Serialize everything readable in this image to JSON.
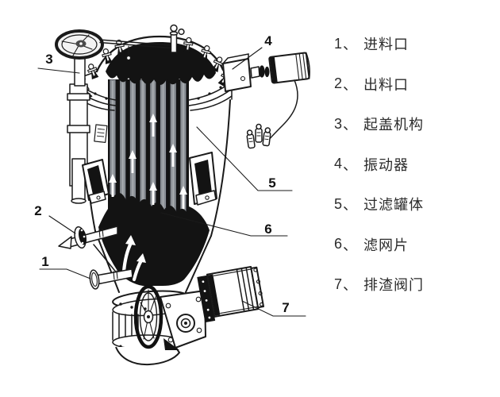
{
  "colors": {
    "background": "#ffffff",
    "line": "#1a1a1a",
    "plate": "#8b9096"
  },
  "legend": {
    "separator": "、",
    "items": [
      {
        "num": "1",
        "label": "进料口"
      },
      {
        "num": "2",
        "label": "出料口"
      },
      {
        "num": "3",
        "label": "起盖机构"
      },
      {
        "num": "4",
        "label": "振动器"
      },
      {
        "num": "5",
        "label": "过滤罐体"
      },
      {
        "num": "6",
        "label": "滤网片"
      },
      {
        "num": "7",
        "label": "排渣阀门"
      }
    ]
  },
  "diagram": {
    "callouts": [
      {
        "num": "1"
      },
      {
        "num": "2"
      },
      {
        "num": "3"
      },
      {
        "num": "4"
      },
      {
        "num": "5"
      },
      {
        "num": "6"
      },
      {
        "num": "7"
      }
    ]
  }
}
